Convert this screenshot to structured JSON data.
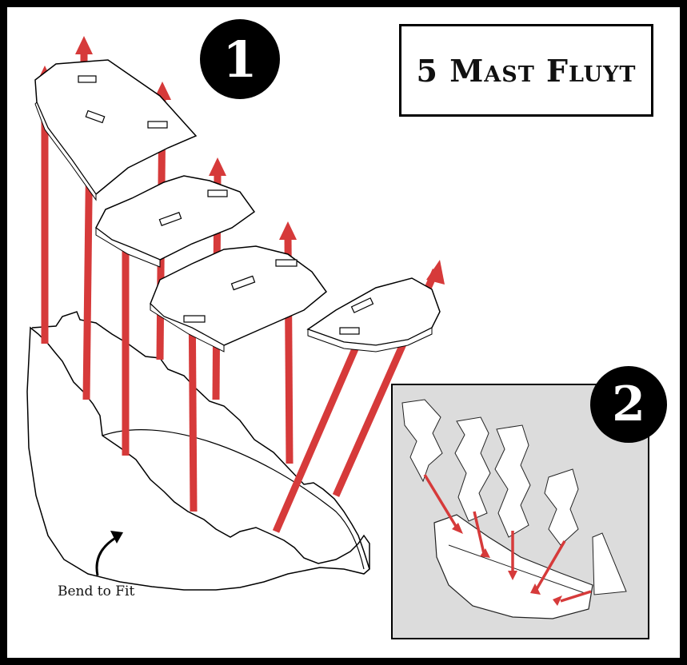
{
  "title": "5 Mast Fluyt",
  "steps": {
    "one": "1",
    "two": "2"
  },
  "annotation": "Bend to Fit",
  "colors": {
    "arrow": "#d63a3a",
    "frame": "#000000",
    "inset_bg": "#dcdcdc",
    "outline": "#000000"
  },
  "icons": {
    "pointer": "curved-arrow-icon",
    "lift": "red-up-arrow-icon"
  }
}
